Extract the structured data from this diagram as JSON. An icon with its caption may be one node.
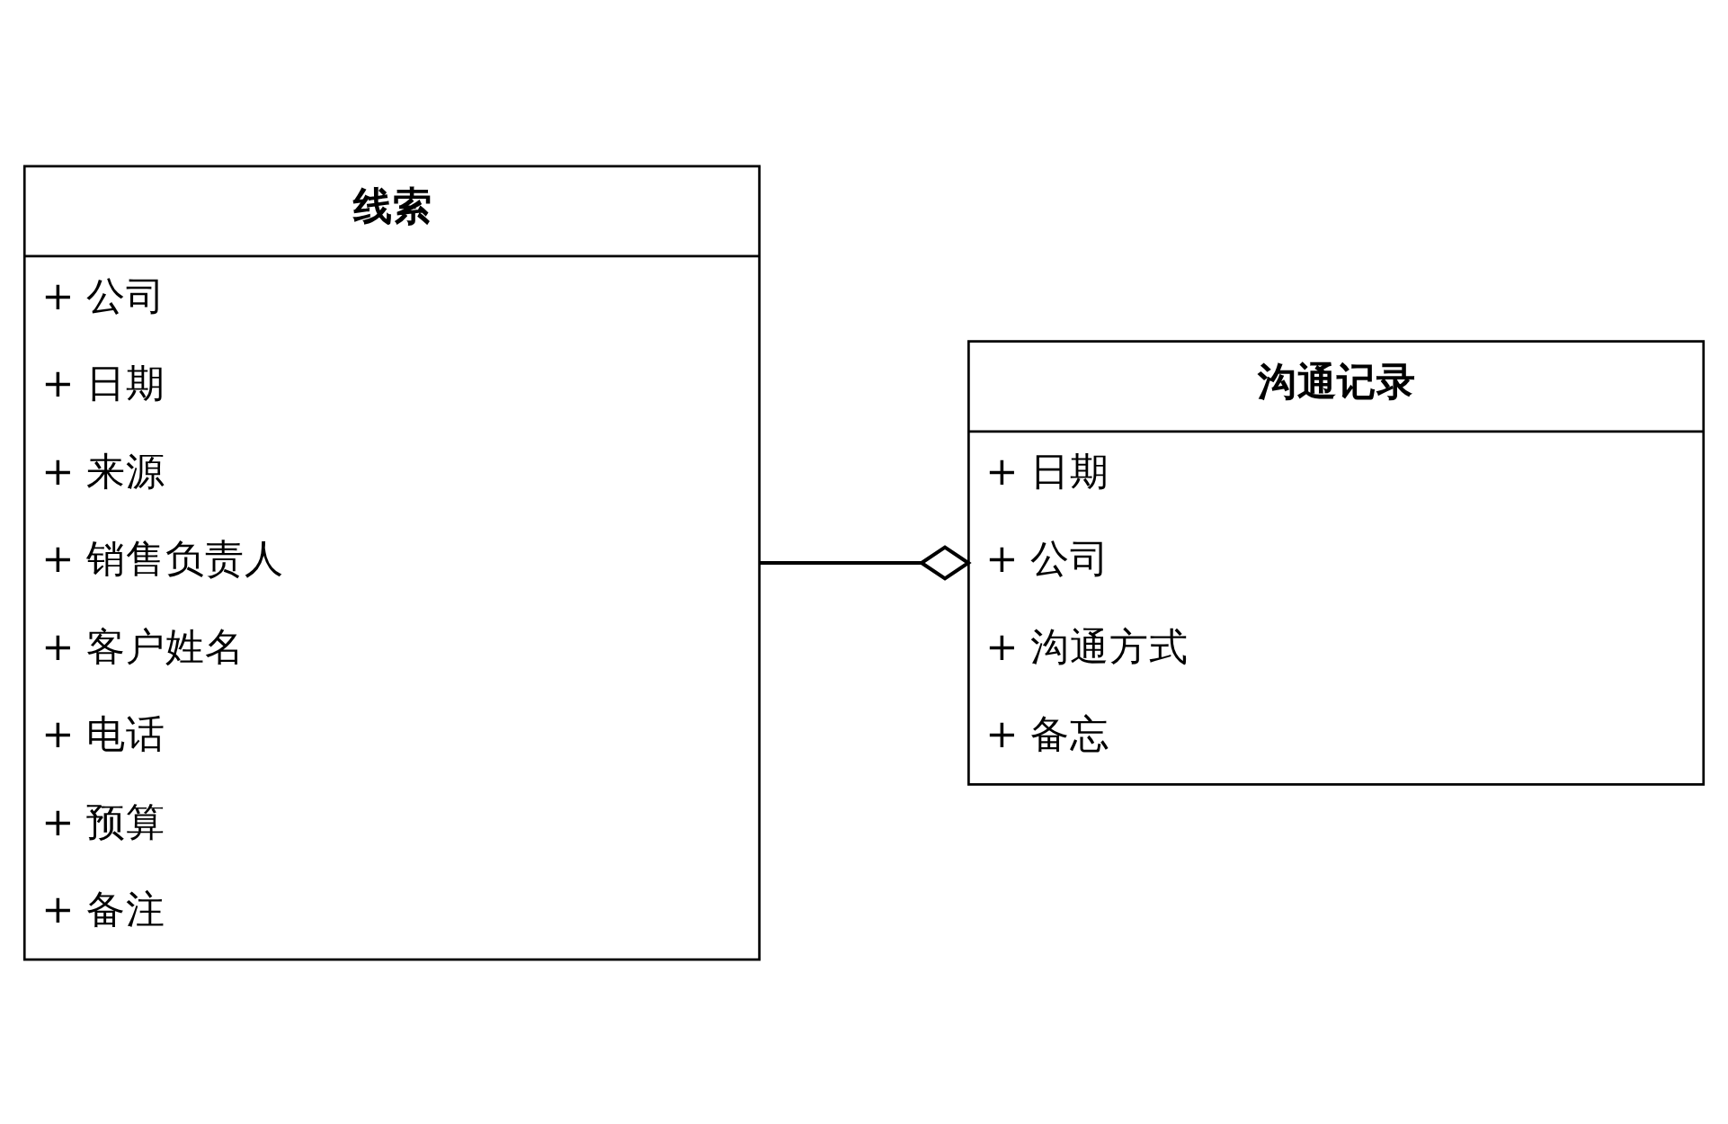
{
  "diagram": {
    "nodes": [
      {
        "text": [
          "线索",
          "+ 公司",
          "+ 日期",
          "+ 来源",
          "+ 销售负责人",
          "+ 客户姓名",
          "+ 电话",
          "+ 预算",
          "+ 备注"
        ]
      },
      {
        "text": [
          "沟通记录",
          "+ 日期",
          "+ 公司",
          "+ 沟通方式",
          "+ 备忘"
        ]
      }
    ],
    "edges": [
      {
        "from": 0,
        "to": 1,
        "arrow": "other"
      }
    ]
  }
}
